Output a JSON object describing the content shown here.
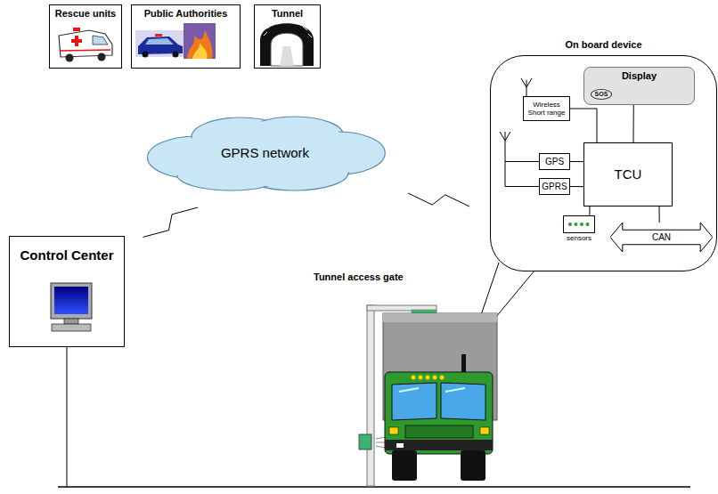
{
  "diagram": {
    "nodes": [
      {
        "text": [
          "Rescue units"
        ]
      },
      {
        "text": [
          "Public Authorities"
        ]
      },
      {
        "text": [
          "Tunnel"
        ]
      },
      {
        "text": [
          "GPRS network"
        ]
      },
      {
        "text": [
          "Control Center"
        ]
      },
      {
        "text": [
          "On board device"
        ]
      },
      {
        "text": [
          "Display"
        ],
        "in": 5
      },
      {
        "text": [
          "SOS"
        ],
        "in": 6
      },
      {
        "text": [
          "Wireless Short range"
        ],
        "in": 5
      },
      {
        "text": [
          "GPS"
        ],
        "in": 5
      },
      {
        "text": [
          "GPRS"
        ],
        "in": 5
      },
      {
        "text": [
          "TCU"
        ],
        "in": 5
      },
      {
        "text": [
          "sensors"
        ],
        "in": 5
      },
      {
        "text": [
          "CAN"
        ],
        "in": 5
      }
    ],
    "edges": [
      {
        "from": 4,
        "to": 3,
        "arrow": "none"
      },
      {
        "from": 3,
        "to": 5,
        "arrow": "none"
      },
      {
        "from": 8,
        "to": 11,
        "arrow": "none"
      },
      {
        "from": 6,
        "to": 11,
        "arrow": "none"
      },
      {
        "from": 9,
        "to": 11,
        "arrow": "none"
      },
      {
        "from": 10,
        "to": 11,
        "arrow": "none"
      },
      {
        "from": 12,
        "to": 11,
        "arrow": "none"
      },
      {
        "from": 11,
        "to": 13,
        "arrow": "none"
      }
    ],
    "labels": [
      "Tunnel access gate"
    ]
  }
}
